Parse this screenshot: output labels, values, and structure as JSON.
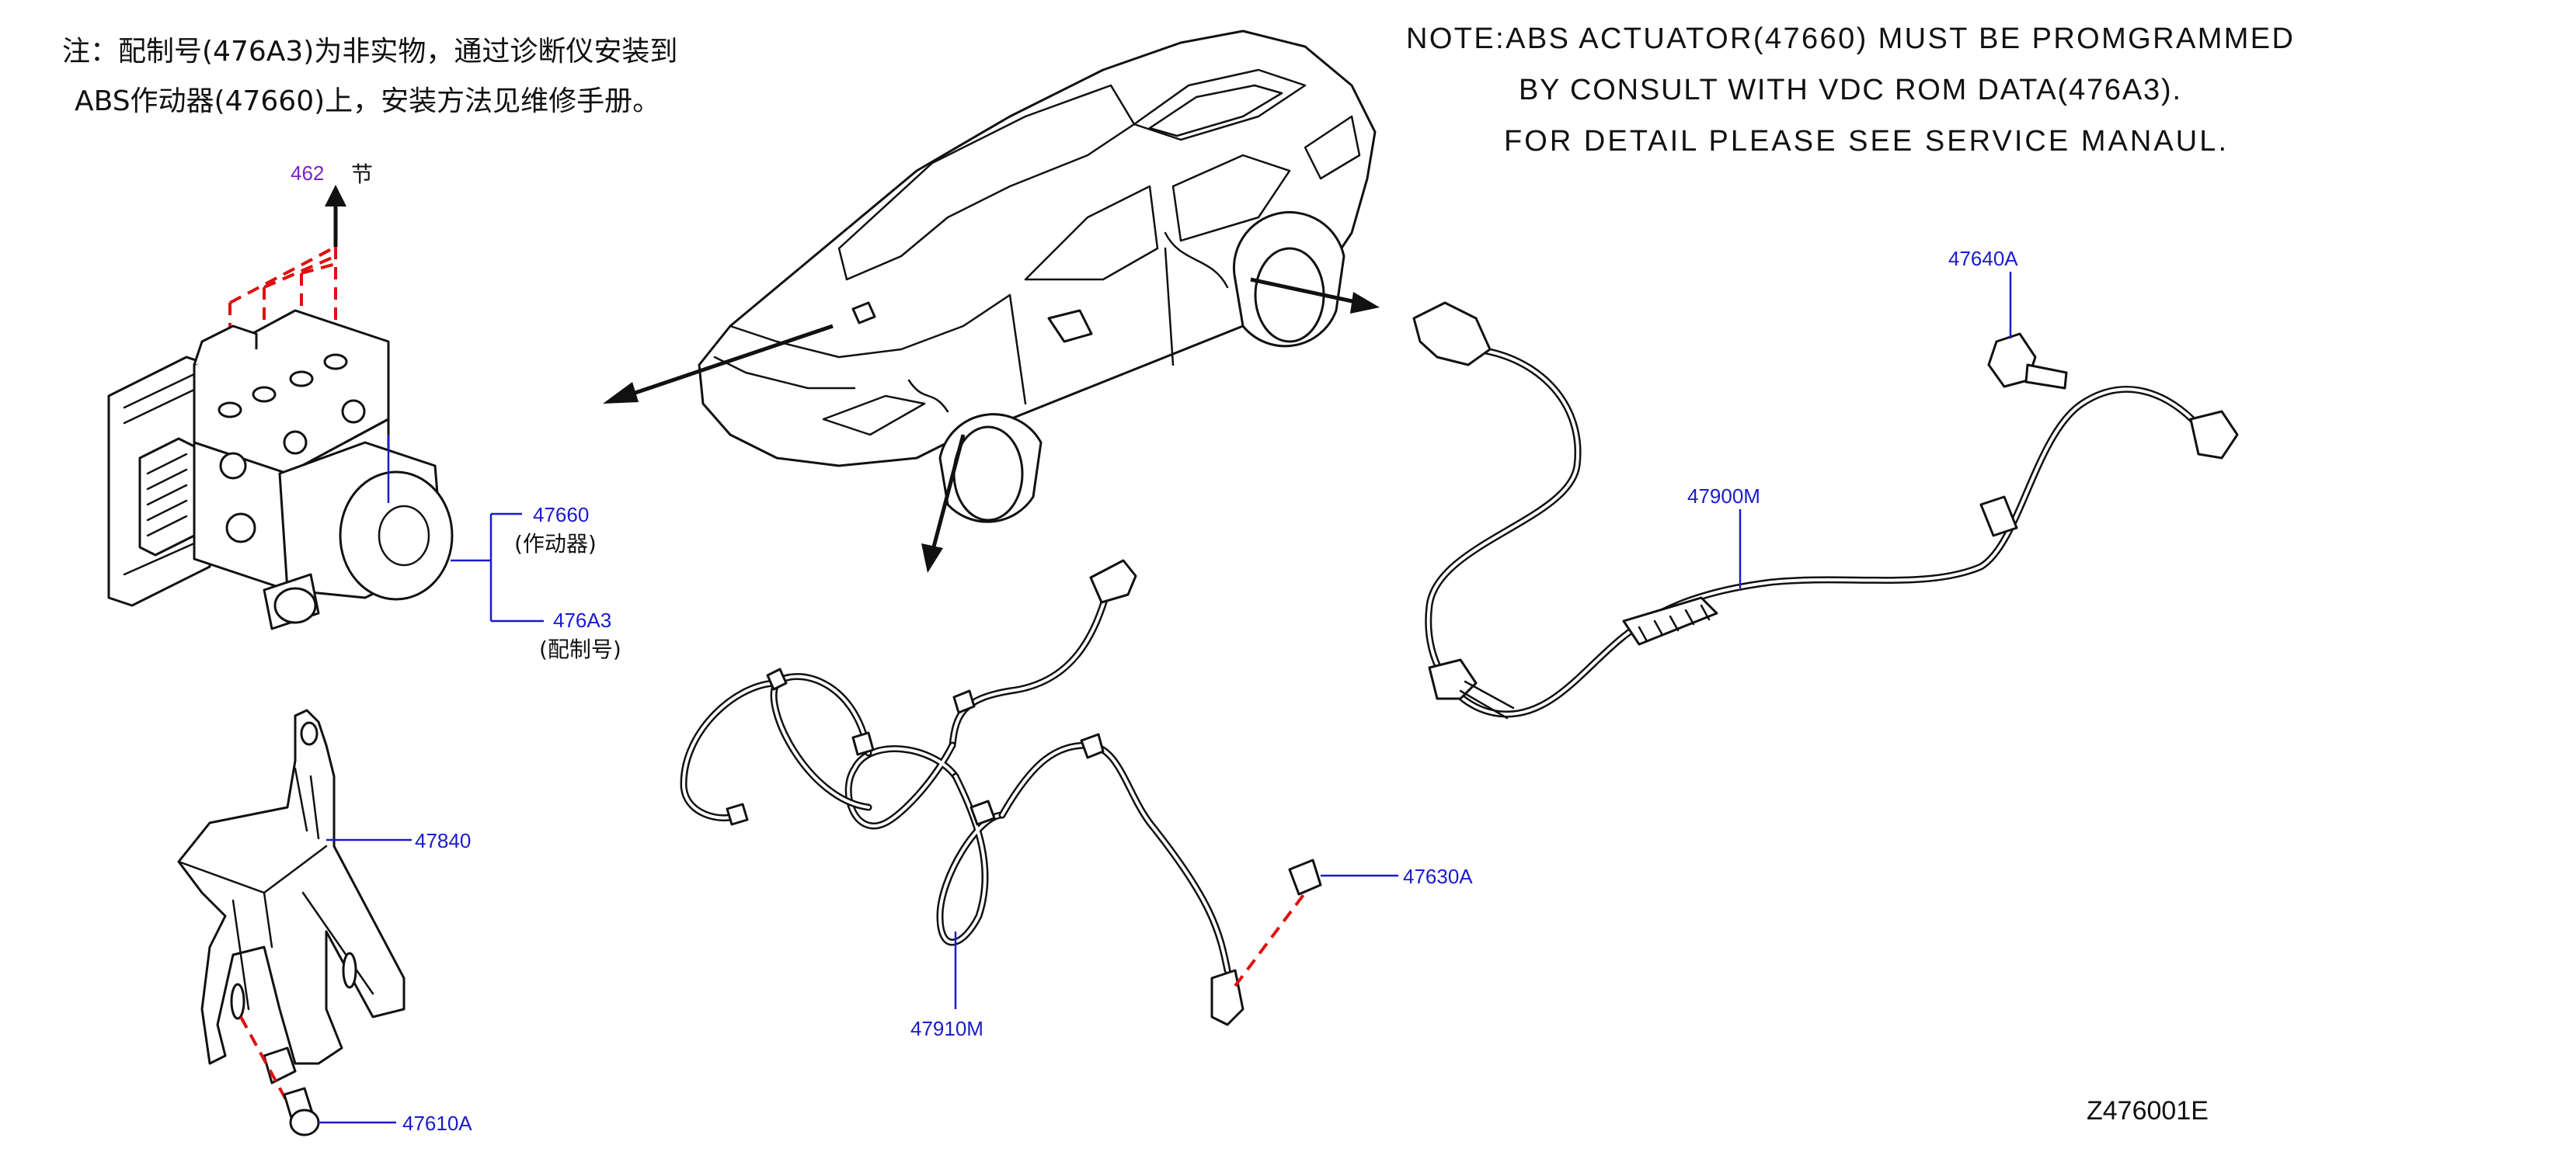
{
  "notes": {
    "cn_line1": "注：配制号(476A3)为非实物，通过诊断仪安装到",
    "cn_line2": "ABS作动器(47660)上，安装方法见维修手册。",
    "en_line1": "NOTE:ABS  ACTUATOR(47660)  MUST  BE  PROMGRAMMED",
    "en_line2": "BY  CONSULT  WITH  VDC  ROM  DATA(476A3).",
    "en_line3": "FOR  DETAIL  PLEASE  SEE  SERVICE  MANAUL."
  },
  "section_ref": {
    "number": "462",
    "word": "节"
  },
  "callouts": {
    "actuator_code": "47660",
    "actuator_name": "(作动器)",
    "config_code": "476A3",
    "config_name": "(配制号)",
    "bracket": "47840",
    "bracket_bolt": "47610A",
    "front_harness": "47910M",
    "front_sensor_bolt": "47630A",
    "rear_harness": "47900M",
    "rear_sensor_bolt": "47640A"
  },
  "diagram_id": "Z476001E",
  "colors": {
    "callout_text": "#1a1acc",
    "section_ref_text": "#7a22cc",
    "dashed_line": "#e01010",
    "line_art": "#111111",
    "background": "#ffffff"
  }
}
